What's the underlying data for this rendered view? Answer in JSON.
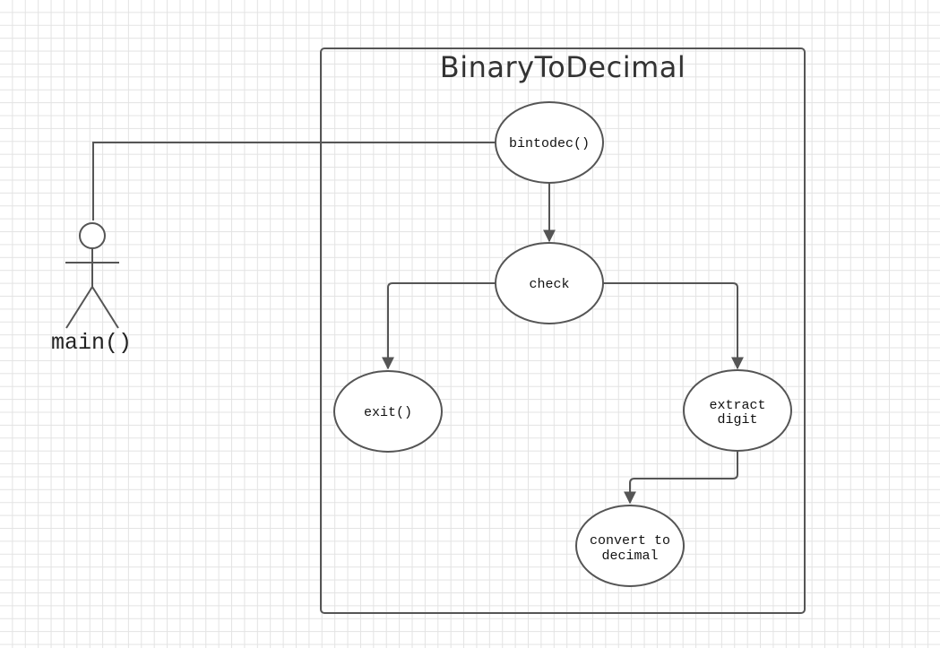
{
  "system": {
    "title": "BinaryToDecimal"
  },
  "actor": {
    "label": "main()"
  },
  "use_cases": {
    "bintodec": "bintodec()",
    "check": "check",
    "exit": "exit()",
    "extract_digit": [
      "extract",
      "digit"
    ],
    "convert_to_decimal": [
      "convert to",
      "decimal"
    ]
  },
  "colors": {
    "line": "#555555",
    "grid": "#e3e3e3",
    "background": "#ffffff"
  }
}
